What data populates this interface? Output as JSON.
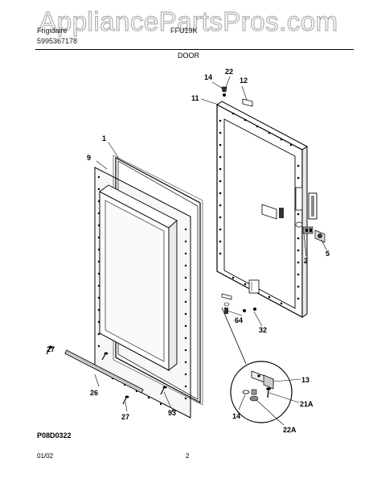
{
  "watermark": "AppliancePartsPros.com",
  "header": {
    "brand": "Frigidaire",
    "part_number": "5995367178",
    "model": "FFU19K",
    "section_title": "DOOR"
  },
  "callouts": {
    "c1": "1",
    "c9": "9",
    "c11": "11",
    "c12": "12",
    "c14a": "14",
    "c22": "22",
    "c2": "2",
    "c5": "5",
    "c64": "64",
    "c32": "32",
    "c13": "13",
    "c14b": "14",
    "c21A": "21A",
    "c22A": "22A",
    "c27a": "27",
    "c26": "26",
    "c27b": "27",
    "c93": "93"
  },
  "footer": {
    "figure_code": "P08D0322",
    "date": "01/02",
    "page": "2"
  }
}
